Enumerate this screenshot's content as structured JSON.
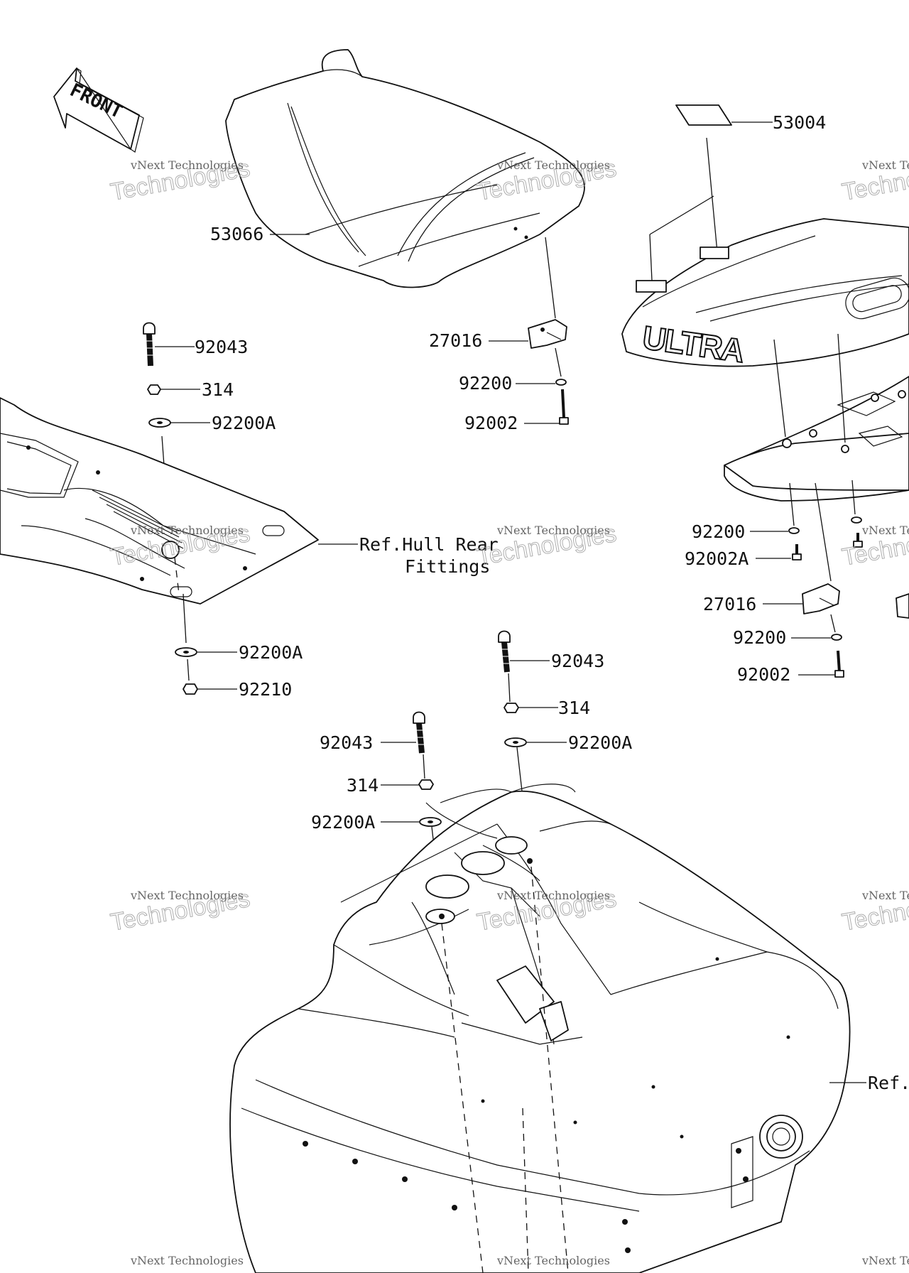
{
  "front_badge": "FRONT",
  "watermark": {
    "small": "vNext Technologies",
    "big": "Technologies",
    "logo": "vNext"
  },
  "references": {
    "hull_rear_line1": "Ref.Hull Rear",
    "hull_rear_line2": "Fittings",
    "right_edge": "Ref."
  },
  "parts": {
    "p53004": "53004",
    "p53066": "53066",
    "p92043_a": "92043",
    "p314_a": "314",
    "p92200A_a": "92200A",
    "p27016_a": "27016",
    "p92200_a": "92200",
    "p92002_a": "92002",
    "p92200A_b": "92200A",
    "p92210": "92210",
    "p92043_b": "92043",
    "p314_b": "314",
    "p92200A_c": "92200A",
    "p92043_c": "92043",
    "p314_c": "314",
    "p92200A_d": "92200A",
    "p92200_b": "92200",
    "p92002A": "92002A",
    "p27016_b": "27016",
    "p92200_c": "92200",
    "p92002_b": "92002"
  },
  "icons": [
    "front-arrow-icon",
    "seat-icon",
    "rear-seat-icon",
    "seat-hook-icon",
    "bolt-icon",
    "nut-icon",
    "washer-icon",
    "pad-icon",
    "hull-deck-icon",
    "seat-base-icon"
  ]
}
